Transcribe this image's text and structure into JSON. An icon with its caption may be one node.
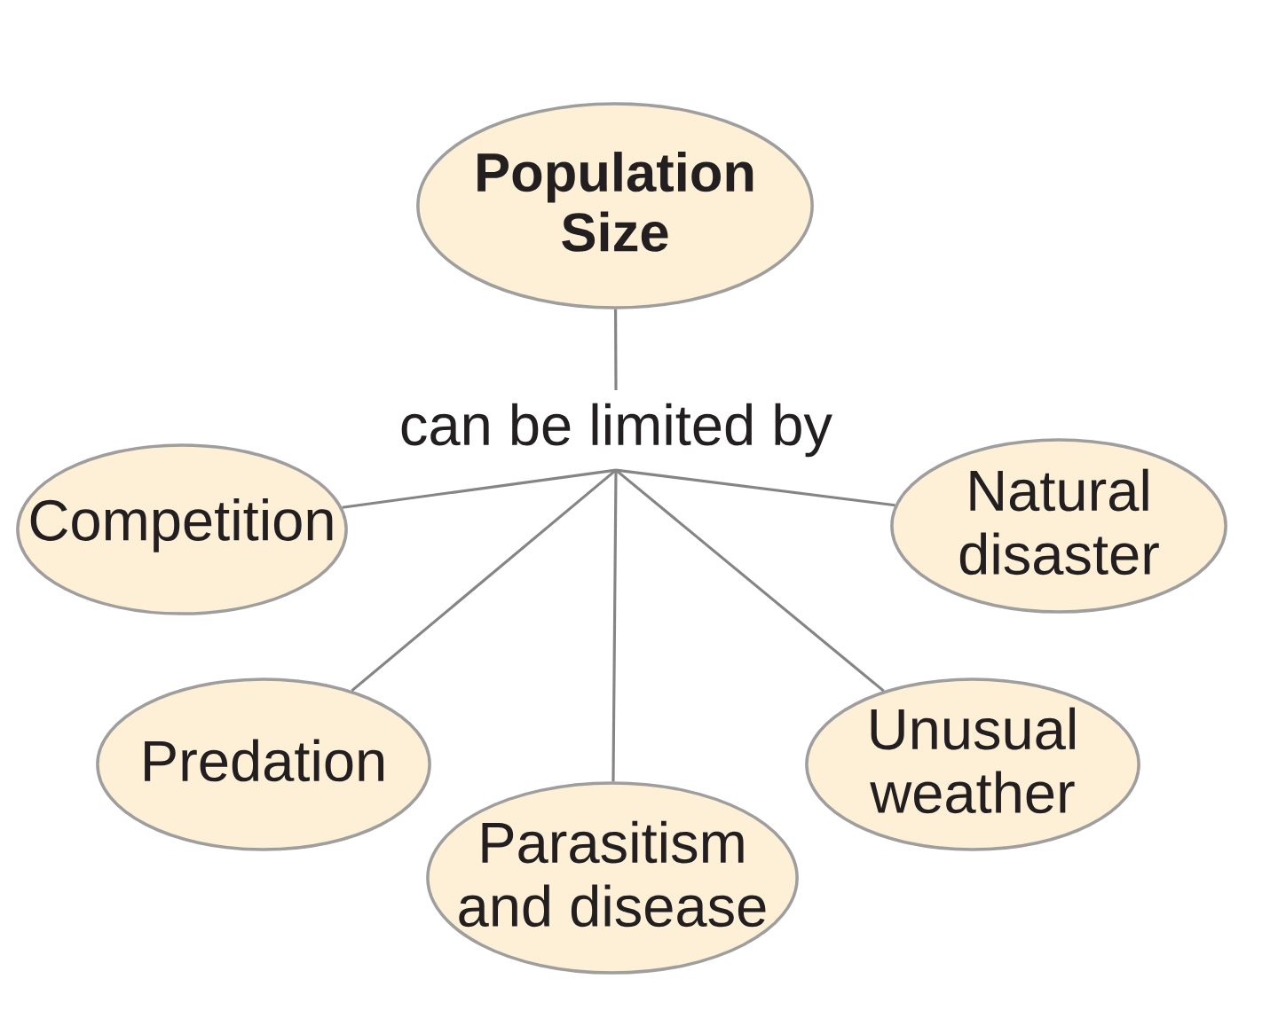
{
  "diagram": {
    "nodes": [
      {
        "text": [
          "Population Size"
        ]
      },
      {
        "text": [
          "can be limited by"
        ]
      },
      {
        "text": [
          "Competition"
        ]
      },
      {
        "text": [
          "Natural disaster"
        ]
      },
      {
        "text": [
          "Predation"
        ]
      },
      {
        "text": [
          "Unusual weather"
        ]
      },
      {
        "text": [
          "Parasitism and disease"
        ]
      }
    ],
    "edges": [
      {
        "from": 0,
        "to": 1,
        "arrow": "none"
      },
      {
        "from": 1,
        "to": 2,
        "arrow": "none"
      },
      {
        "from": 1,
        "to": 3,
        "arrow": "none"
      },
      {
        "from": 1,
        "to": 4,
        "arrow": "none"
      },
      {
        "from": 1,
        "to": 5,
        "arrow": "none"
      },
      {
        "from": 1,
        "to": 6,
        "arrow": "none"
      }
    ]
  }
}
